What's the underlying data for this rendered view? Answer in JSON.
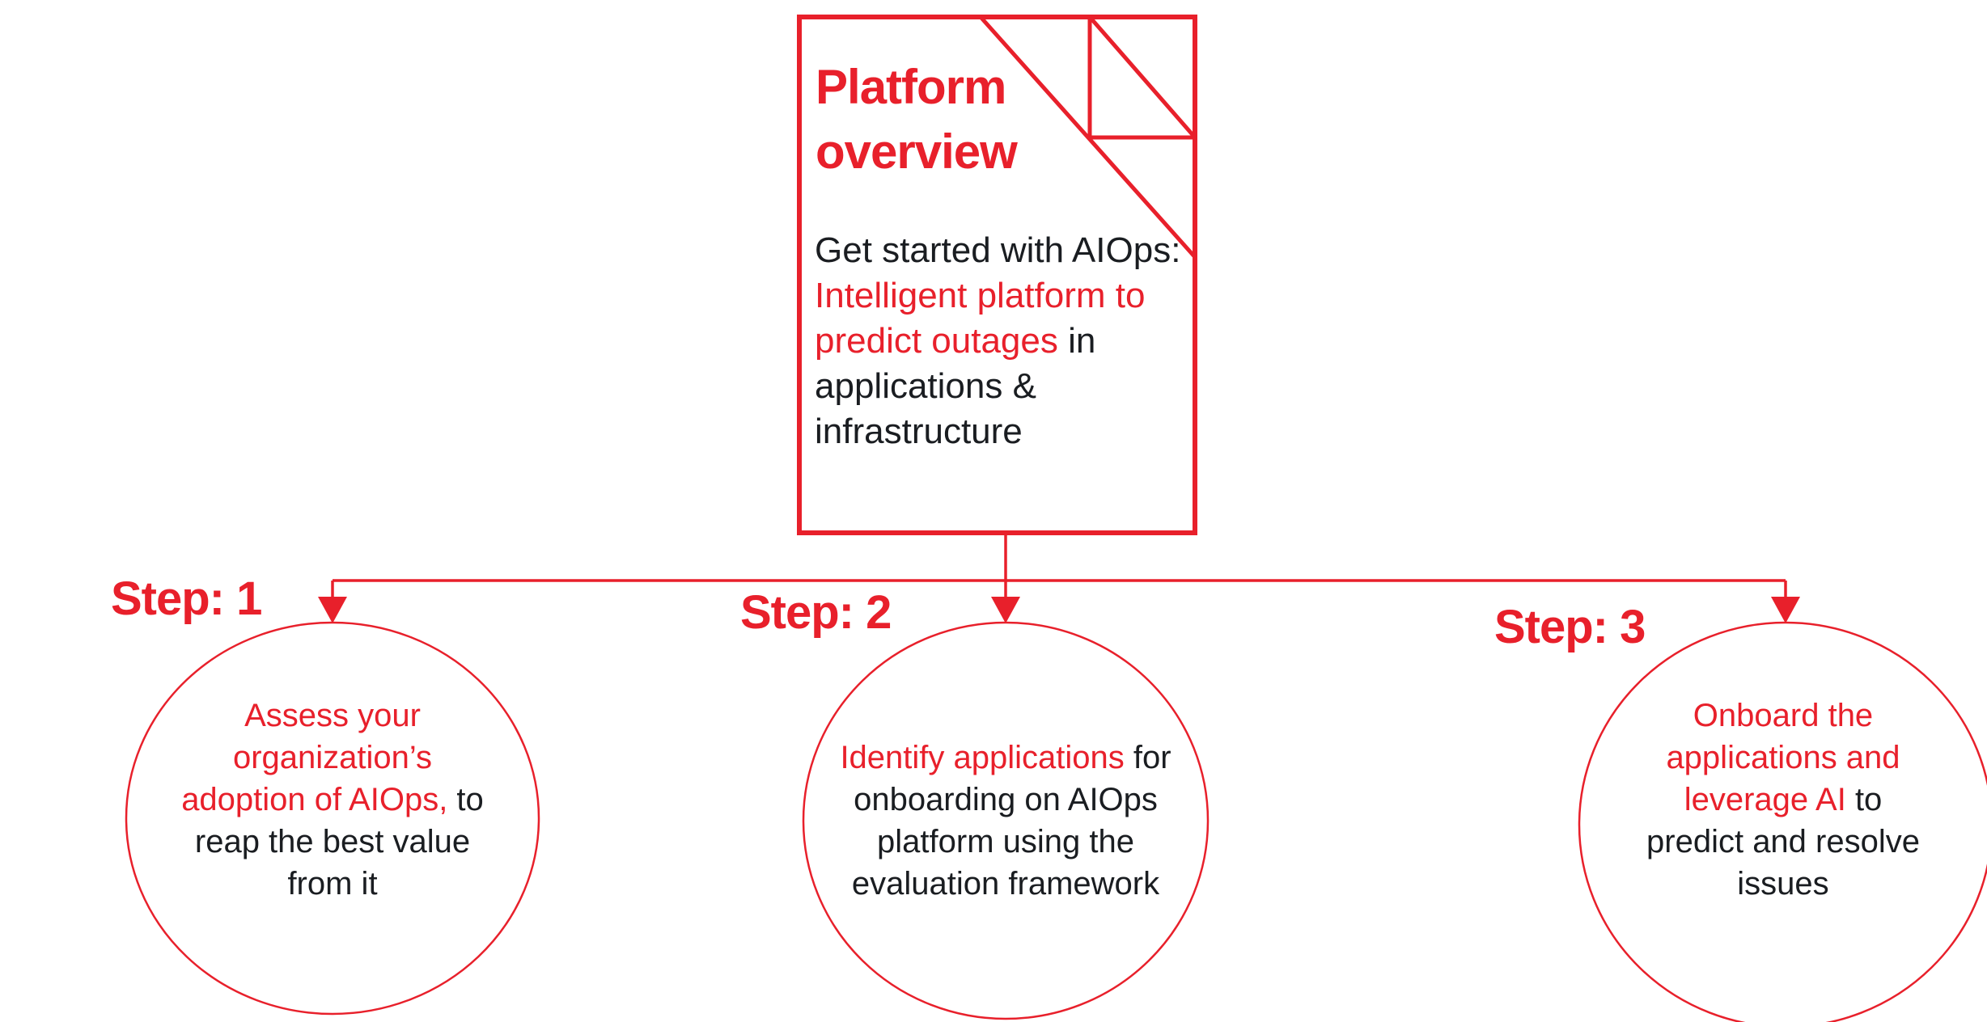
{
  "colors": {
    "red": "#E8202B",
    "dark_text": "#1A1D21",
    "background": "#FFFFFF"
  },
  "platform_box": {
    "title": "Platform overview",
    "body_intro_dark": "Get started with AIOps: ",
    "body_highlight_red": "Intelligent platform to predict outages",
    "body_rest_dark": " in applications & infrastructure"
  },
  "steps": [
    {
      "label": "Step: 1",
      "highlight_red": "Assess your organization’s adoption of AIOps,",
      "rest_dark": " to reap the best value from it"
    },
    {
      "label": "Step: 2",
      "highlight_red": "Identify applications",
      "rest_dark": " for onboarding on AIOps platform using the evaluation framework"
    },
    {
      "label": "Step: 3",
      "highlight_red": "Onboard the applications and leverage AI",
      "rest_dark": " to predict and resolve issues"
    }
  ]
}
